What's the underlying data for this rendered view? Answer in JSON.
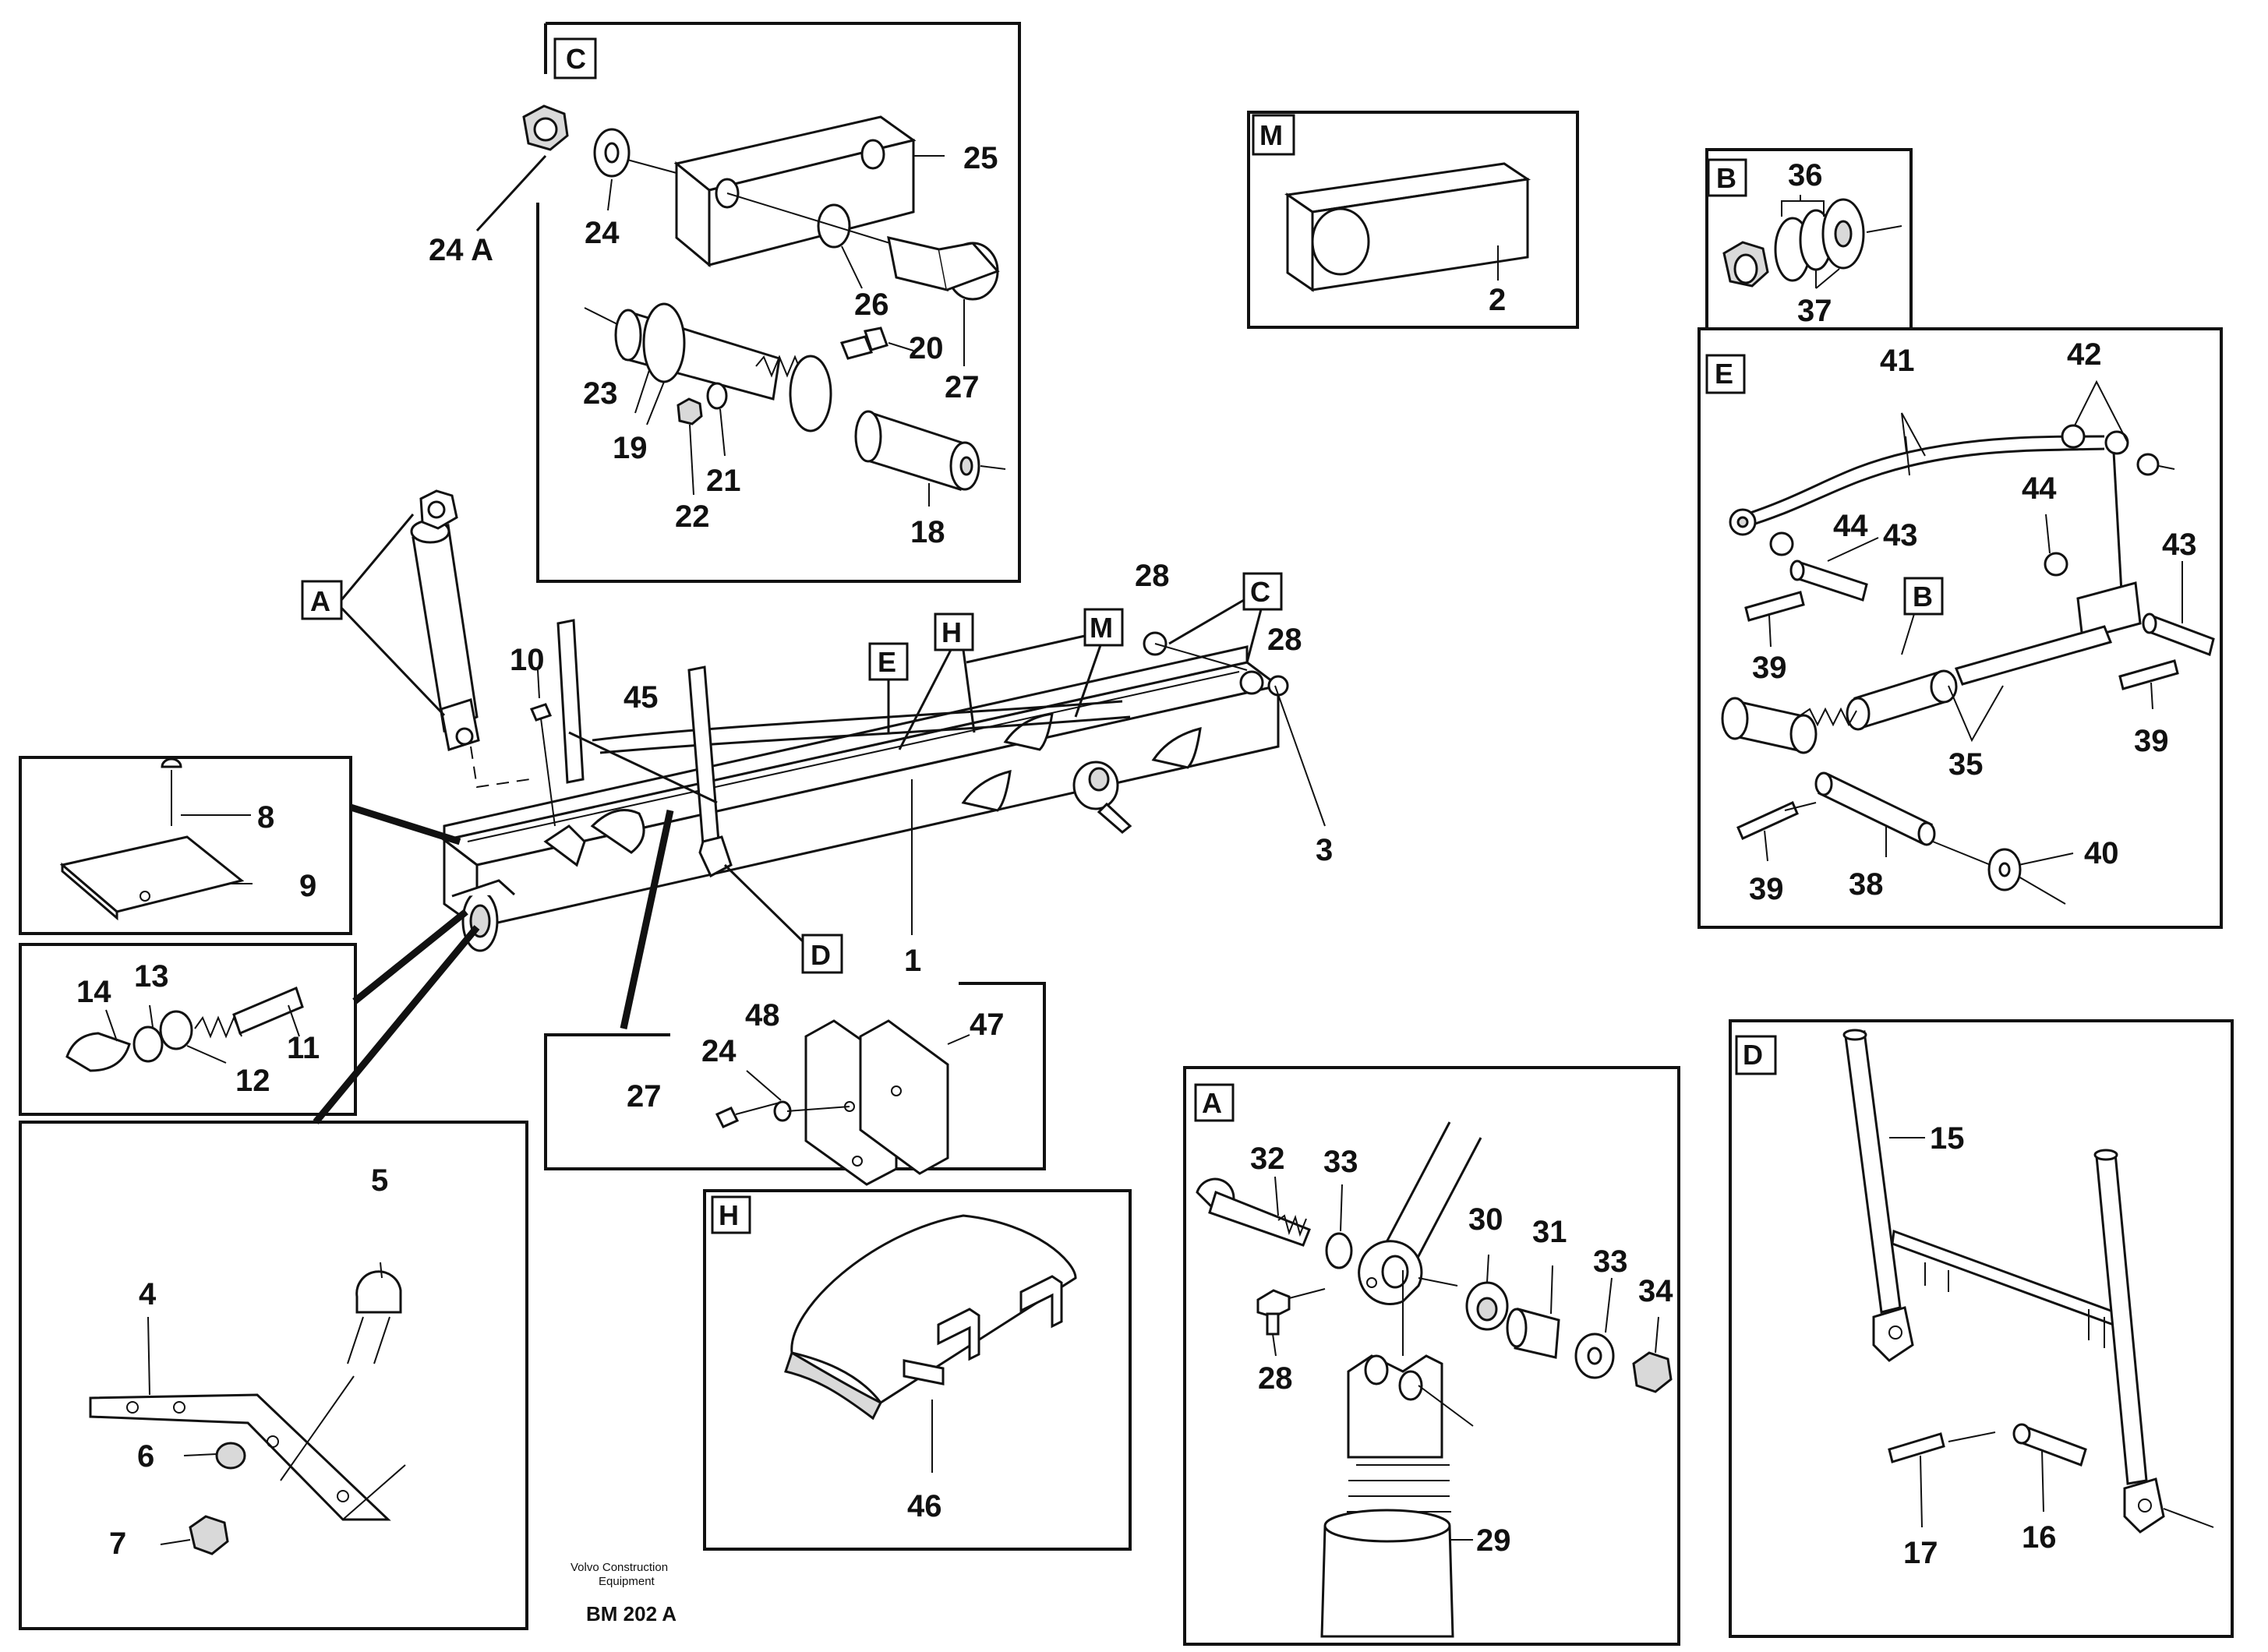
{
  "diagram": {
    "panel_tags": {
      "C": "C",
      "M": "M",
      "B": "B",
      "E": "E",
      "A": "A",
      "D": "D",
      "H": "H"
    },
    "main_tags": {
      "A": "A",
      "C": "C",
      "H": "H",
      "M": "M",
      "E": "E",
      "B": "B",
      "D": "D"
    },
    "labels": {
      "p1": "1",
      "p2": "2",
      "p3": "3",
      "p4": "4",
      "p5": "5",
      "p6": "6",
      "p7": "7",
      "p8": "8",
      "p9": "9",
      "p10": "10",
      "p11": "11",
      "p12": "12",
      "p13": "13",
      "p14": "14",
      "p15": "15",
      "p16": "16",
      "p17": "17",
      "p18": "18",
      "p19": "19",
      "p20": "20",
      "p21": "21",
      "p22": "22",
      "p23": "23",
      "p24": "24",
      "p24a": "24 A",
      "p24b": "24",
      "p25": "25",
      "p26": "26",
      "p27": "27",
      "p27b": "27",
      "p28": "28",
      "p28b": "28",
      "p28c": "28",
      "p29": "29",
      "p30": "30",
      "p31": "31",
      "p32": "32",
      "p33": "33",
      "p33b": "33",
      "p34": "34",
      "p35": "35",
      "p36": "36",
      "p37": "37",
      "p38": "38",
      "p39": "39",
      "p39b": "39",
      "p39c": "39",
      "p40": "40",
      "p41": "41",
      "p42": "42",
      "p43": "43",
      "p43b": "43",
      "p44": "44",
      "p44b": "44",
      "p45": "45",
      "p46": "46",
      "p47": "47",
      "p48": "48"
    },
    "footer": {
      "brand_line1": "Volvo Construction",
      "brand_line2": "Equipment",
      "code": "BM 202 A"
    }
  }
}
